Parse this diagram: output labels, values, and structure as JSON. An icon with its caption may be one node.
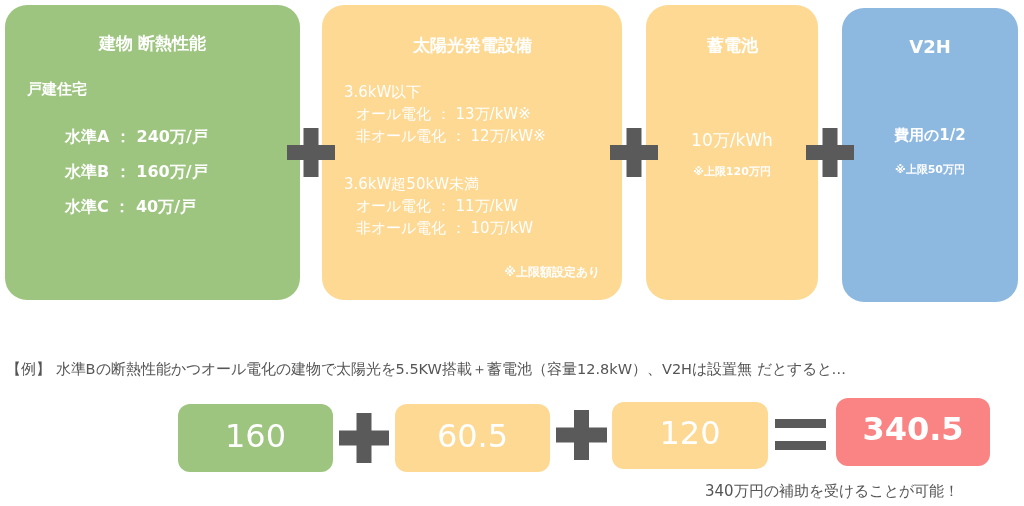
{
  "diagram": {
    "nodes": [
      {
        "text": [
          "建物 断熱性能",
          "戸建住宅",
          "水準A ： 240万/戸",
          "水準B ： 160万/戸",
          "水準C ： 40万/戸"
        ]
      },
      {
        "text": [
          "太陽光発電設備",
          "3.6kW以下",
          "オール電化 ： 13万/kW※",
          "非オール電化 ： 12万/kW※",
          "3.6kW超50kW未満",
          "オール電化 ： 11万/kW",
          "非オール電化 ： 10万/kW",
          "※上限額設定あり"
        ]
      },
      {
        "text": [
          "蓄電池",
          "10万/kWh",
          "※上限120万円"
        ]
      },
      {
        "text": [
          "V2H",
          "費用の1/2",
          "※上限50万円"
        ]
      },
      {
        "text": [
          "160"
        ]
      },
      {
        "text": [
          "60.5"
        ]
      },
      {
        "text": [
          "120"
        ]
      },
      {
        "text": [
          "340.5"
        ]
      }
    ],
    "labels": [
      "【例】 水準Bの断熱性能かつオール電化の建物で太陽光を5.5KW搭載＋蓄電池（容量12.8kW）、V2Hは設置無 だとすると…",
      "340万円の補助を受けることが可能！"
    ]
  }
}
